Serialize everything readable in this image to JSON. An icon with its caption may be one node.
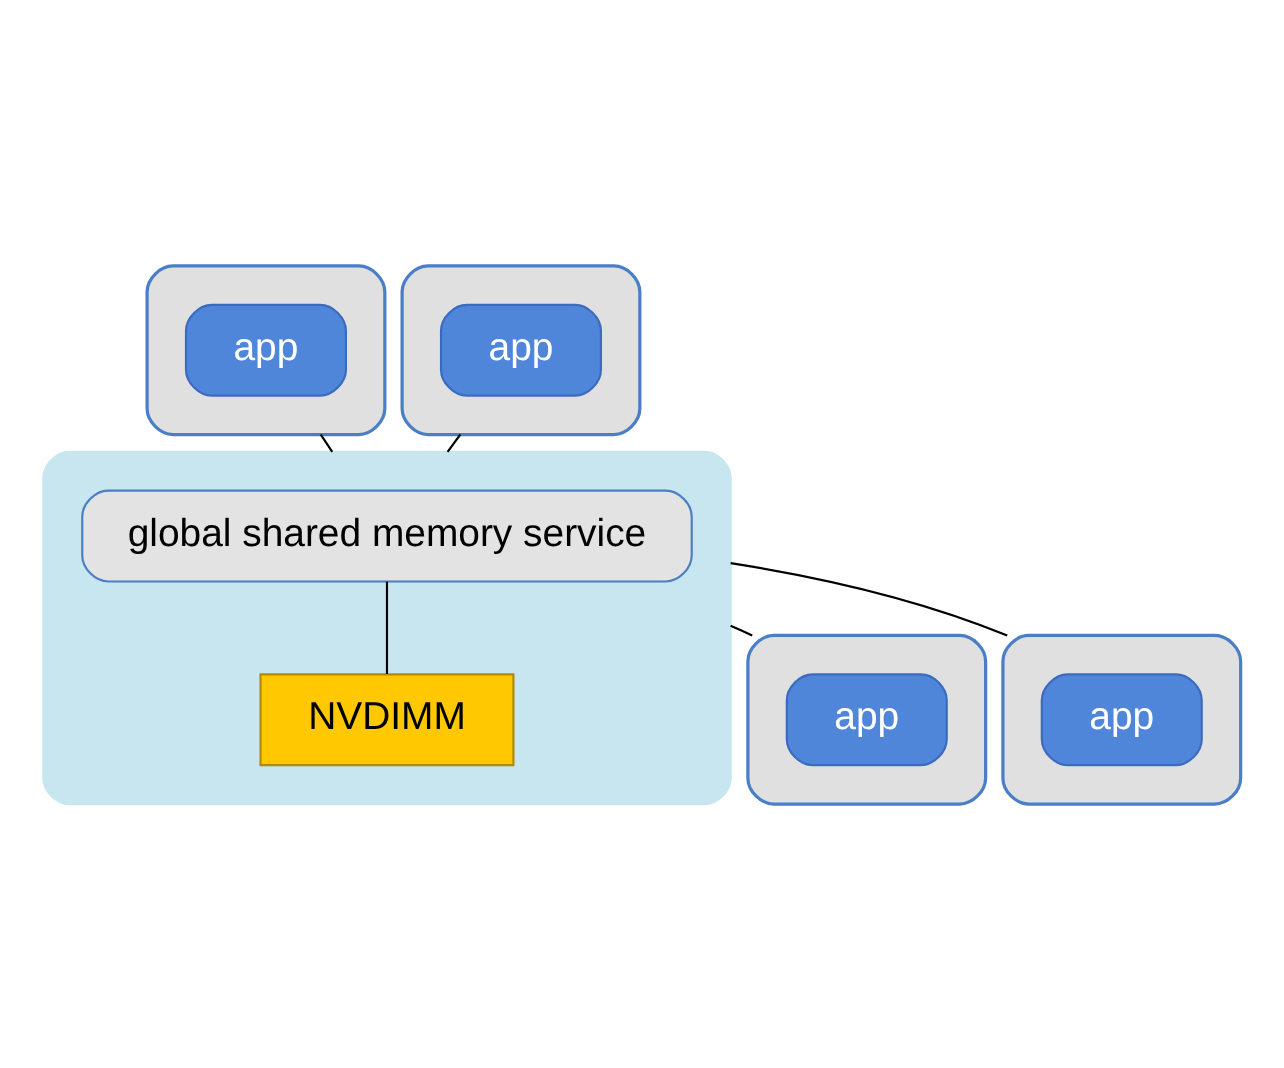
{
  "diagram": {
    "nodes": [
      {
        "text": [],
        "shape": "box"
      },
      {
        "text": [
          "app"
        ],
        "in": 0
      },
      {
        "text": [],
        "shape": "box"
      },
      {
        "text": [
          "app"
        ],
        "in": 2
      },
      {
        "text": [],
        "shape": "cloud"
      },
      {
        "text": [
          "global shared memory service"
        ],
        "in": 4
      },
      {
        "text": [
          "NVDIMM"
        ],
        "in": 4
      },
      {
        "text": [],
        "shape": "box"
      },
      {
        "text": [
          "app"
        ],
        "in": 7
      },
      {
        "text": [],
        "shape": "box"
      },
      {
        "text": [
          "app"
        ],
        "in": 9
      }
    ],
    "edges": [
      {
        "from": 0,
        "to": 4,
        "arrow": "none"
      },
      {
        "from": 2,
        "to": 4,
        "arrow": "none"
      },
      {
        "from": 5,
        "to": 6,
        "arrow": "none"
      },
      {
        "from": 4,
        "to": 7,
        "arrow": "none"
      },
      {
        "from": 4,
        "to": 9,
        "arrow": "none"
      }
    ]
  }
}
